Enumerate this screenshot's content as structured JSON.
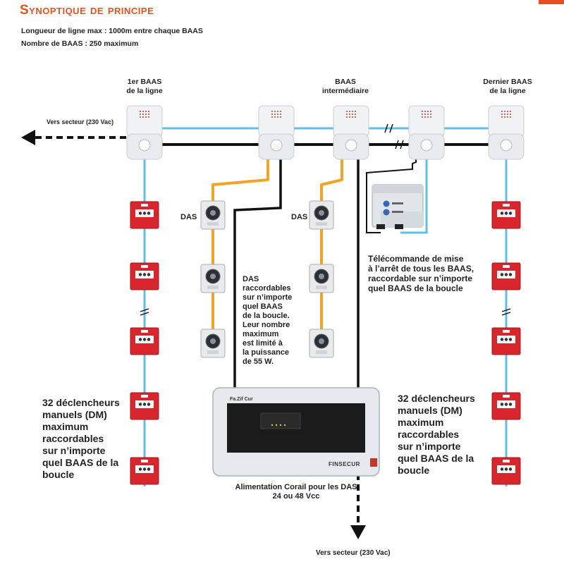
{
  "title": "Synoptique de principe",
  "info": {
    "line1": "Longueur de ligne max : 1000m entre chaque BAAS",
    "line2": "Nombre de BAAS : 250 maximum"
  },
  "baas_labels": {
    "first": [
      "1er BAAS",
      "de la ligne"
    ],
    "middle": [
      "BAAS",
      "intermédiaire"
    ],
    "last": [
      "Dernier BAAS",
      "de la ligne"
    ]
  },
  "mains_top": "Vers secteur (230 Vac)",
  "mains_bottom": "Vers secteur (230 Vac)",
  "das_label_left": "DAS",
  "das_label_right": "DAS",
  "das_note": [
    "DAS",
    "raccordables",
    "sur n’importe",
    "quel BAAS",
    "de la boucle.",
    "Leur nombre",
    "maximum",
    "est limité à",
    "la puissance",
    "de 55 W."
  ],
  "remote_note": [
    "Télécommande de mise",
    "à l’arrêt de tous les BAAS,",
    "raccordable sur n’importe",
    "quel BAAS de la boucle"
  ],
  "dm_note_left": [
    "32 déclencheurs",
    "manuels (DM)",
    "maximum",
    "raccordables",
    "sur n’importe",
    "quel BAAS de la",
    "boucle"
  ],
  "dm_note_right": [
    "32 déclencheurs",
    "manuels (DM)",
    "maximum",
    "raccordables",
    "sur n’importe",
    "quel BAAS de la",
    "boucle"
  ],
  "psu_caption": [
    "Alimentation Corail pour les DAS",
    "24 ou 48 Vcc"
  ],
  "psu_brand": "FINSECUR",
  "psu_panel_brand": "Fa.Zif Cur"
}
